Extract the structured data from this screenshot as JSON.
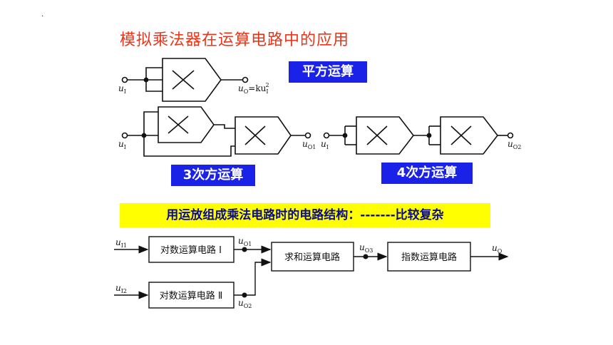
{
  "slide": {
    "title": "模拟乘法器在运算电路中的应用",
    "corner_mark": "·"
  },
  "labels": {
    "square": "平方运算",
    "cube": "3次方运算",
    "fourth": "4次方运算",
    "banner": "用运放组成乘法电路时的电路结构：-------比较复杂"
  },
  "circuit_square": {
    "input": "u",
    "input_sub": "I",
    "output_prefix": "u",
    "output_sub": "O",
    "output_eq": "=ku",
    "output_eq_sub": "I",
    "output_eq_sup": "2"
  },
  "circuit_cube": {
    "input": "u",
    "input_sub": "I",
    "output": "u",
    "output_sub": "O1"
  },
  "circuit_fourth": {
    "input": "u",
    "input_sub": "I",
    "output": "u",
    "output_sub": "O2"
  },
  "block_diagram": {
    "inputs": [
      {
        "text": "u",
        "sub": "I1"
      },
      {
        "text": "u",
        "sub": "I2"
      }
    ],
    "log_blocks": [
      "对数运算电路 Ⅰ",
      "对数运算电路 Ⅱ"
    ],
    "mid_outputs": [
      {
        "text": "u",
        "sub": "O1"
      },
      {
        "text": "u",
        "sub": "O2"
      }
    ],
    "sum_block": "求和运算电路",
    "sum_output": {
      "text": "u",
      "sub": "O3"
    },
    "exp_block": "指数运算电路",
    "final_output": {
      "text": "u",
      "sub": "O"
    }
  },
  "icons": [
    "multiplier-symbol",
    "arrow-right"
  ],
  "colors": {
    "title": "#e8361a",
    "tag_bg": "#1b22e8",
    "banner_bg": "#ffff00",
    "banner_text": "#0a0a8c"
  }
}
